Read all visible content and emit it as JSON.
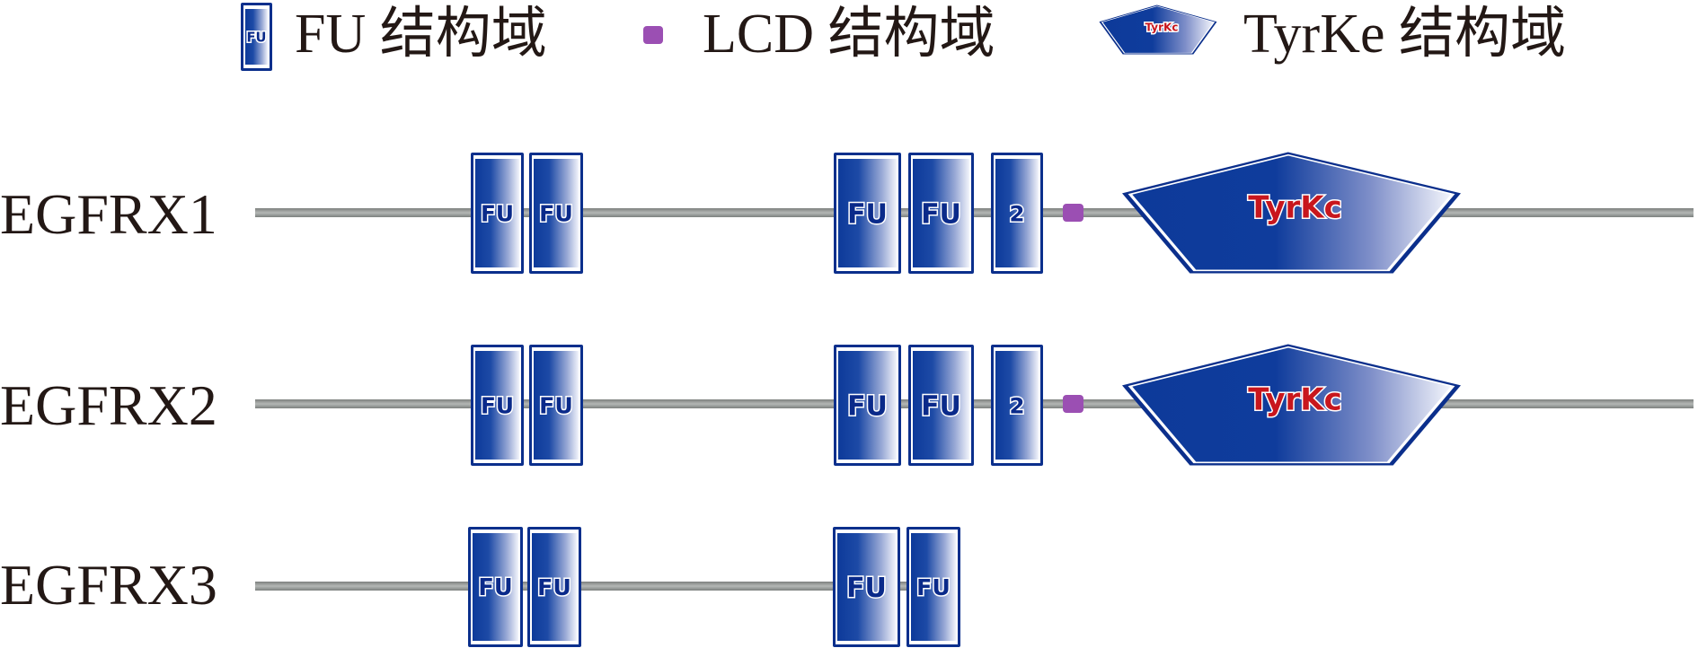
{
  "legend": [
    {
      "type": "FU",
      "icon_label": "FU",
      "text": "FU 结构域"
    },
    {
      "type": "LCD",
      "icon_label": "",
      "text": "LCD 结构域"
    },
    {
      "type": "TyrKc",
      "icon_label": "TyrKc",
      "text": "TyrKe 结构域"
    }
  ],
  "colors": {
    "domain_blue_dark": "#0d3a9a",
    "domain_blue_light": "#f2f4fb",
    "domain_border": "#0b2f8c",
    "lcd_purple": "#9b4fb3",
    "backbone_gray": "#8e9290",
    "tyrkc_label_red": "#c8161d",
    "label_text": "#231815"
  },
  "rows": [
    {
      "name": "EGFRX1",
      "domains": [
        {
          "type": "FU",
          "label": "FU"
        },
        {
          "type": "FU",
          "label": "FU"
        },
        {
          "type": "FU",
          "label": "FU"
        },
        {
          "type": "FU",
          "label": "FU"
        },
        {
          "type": "FU",
          "label": "2"
        },
        {
          "type": "LCD",
          "label": ""
        },
        {
          "type": "TyrKc",
          "label": "TyrKc"
        }
      ]
    },
    {
      "name": "EGFRX2",
      "domains": [
        {
          "type": "FU",
          "label": "FU"
        },
        {
          "type": "FU",
          "label": "FU"
        },
        {
          "type": "FU",
          "label": "FU"
        },
        {
          "type": "FU",
          "label": "FU"
        },
        {
          "type": "FU",
          "label": "2"
        },
        {
          "type": "LCD",
          "label": ""
        },
        {
          "type": "TyrKc",
          "label": "TyrKc"
        }
      ]
    },
    {
      "name": "EGFRX3",
      "domains": [
        {
          "type": "FU",
          "label": "FU"
        },
        {
          "type": "FU",
          "label": "FU"
        },
        {
          "type": "FU",
          "label": "FU"
        },
        {
          "type": "FU",
          "label": "FU"
        }
      ]
    }
  ]
}
